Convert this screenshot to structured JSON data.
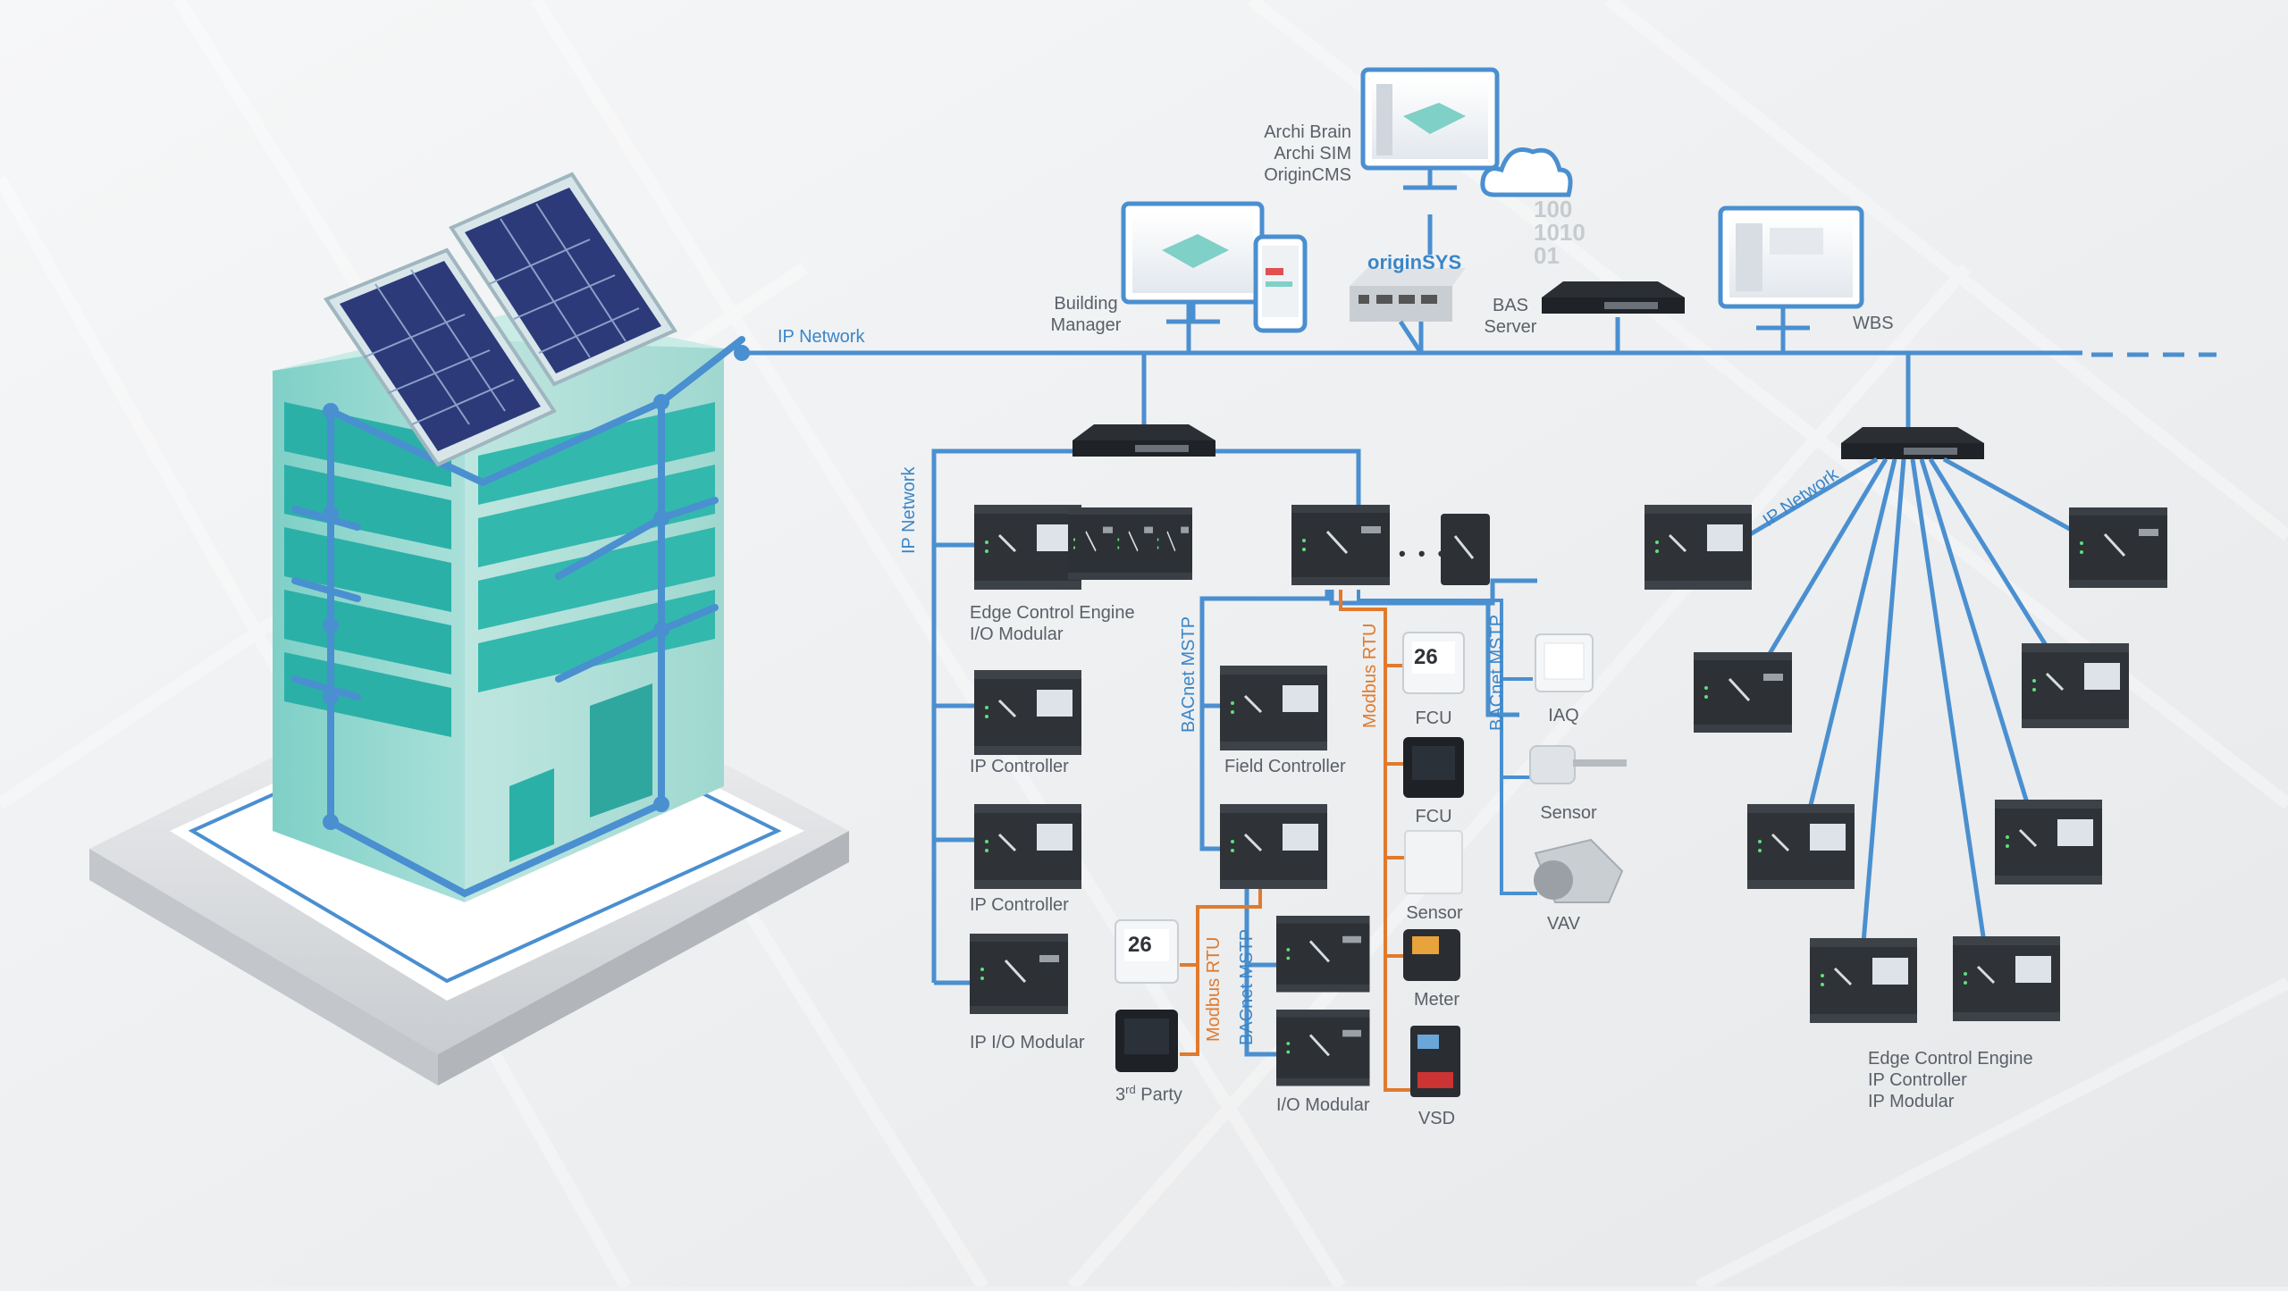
{
  "labels": {
    "archi_brain": "Archi Brain",
    "archi_sim": "Archi SIM",
    "origincms": "OriginCMS",
    "building_manager_1": "Building",
    "building_manager_2": "Manager",
    "bas_server_1": "BAS",
    "bas_server_2": "Server",
    "wbs": "WBS",
    "ip_network_main": "IP Network",
    "ip_network_left": "IP Network",
    "ip_network_right": "IP Network",
    "origin_sys_logo": "originSYS",
    "binary_1": "100",
    "binary_2": "1010",
    "binary_3": "01",
    "edge_control_engine_1": "Edge Control Engine",
    "io_modular_1": "I/O Modular",
    "ip_controller_1": "IP Controller",
    "ip_controller_2": "IP Controller",
    "ip_io_modular": "IP I/O Modular",
    "field_controller": "Field Controller",
    "bacnet_mstp_1": "BACnet MSTP",
    "bacnet_mstp_2": "BACnet MSTP",
    "bacnet_mstp_3": "BACnet MSTP",
    "modbus_rtu_1": "Modbus RTU",
    "modbus_rtu_2": "Modbus RTU",
    "fcu_1": "FCU",
    "fcu_2": "FCU",
    "sensor_1": "Sensor",
    "meter": "Meter",
    "vsd": "VSD",
    "iaq": "IAQ",
    "sensor_2": "Sensor",
    "vav": "VAV",
    "third_party_sup": "rd",
    "third_party_base": "3",
    "third_party_rest": " Party",
    "io_modular_2": "I/O Modular",
    "edge_control_engine_2": "Edge Control Engine",
    "ip_controller_3": "IP Controller",
    "ip_modular": "IP Modular",
    "thermostat_reading": "26",
    "thermostat_reading_2": "26",
    "dots": "• • •"
  },
  "colors": {
    "network_blue": "#4a8fd0",
    "modbus_orange": "#e07a2e",
    "building_teal": "#2bb0a8",
    "device_dark": "#2f3338"
  }
}
